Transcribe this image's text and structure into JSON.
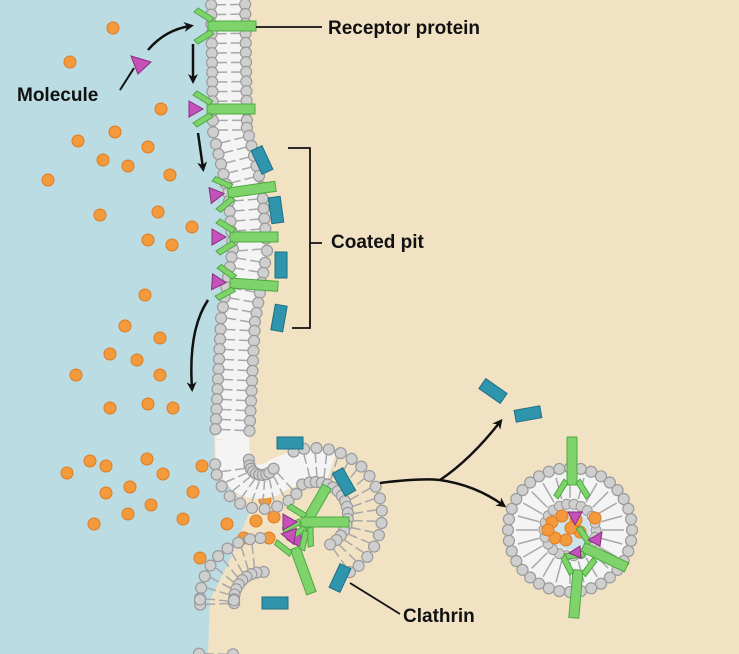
{
  "title": "Receptor-mediated endocytosis",
  "labels": {
    "molecule": "Molecule",
    "receptor": "Receptor protein",
    "coated_pit": "Coated pit",
    "clathrin": "Clathrin"
  },
  "colors": {
    "extracellular": "#bcdce3",
    "cytoplasm": "#f2e2c4",
    "lipid_head": "#cfcfcf",
    "lipid_head_stroke": "#9a9a9a",
    "receptor": "#7ed36a",
    "receptor_stroke": "#4fa842",
    "molecule": "#c452b8",
    "clathrin": "#2e95ad",
    "particle": "#f39a3c",
    "particle_stroke": "#e07b22",
    "arrow": "#111111"
  }
}
